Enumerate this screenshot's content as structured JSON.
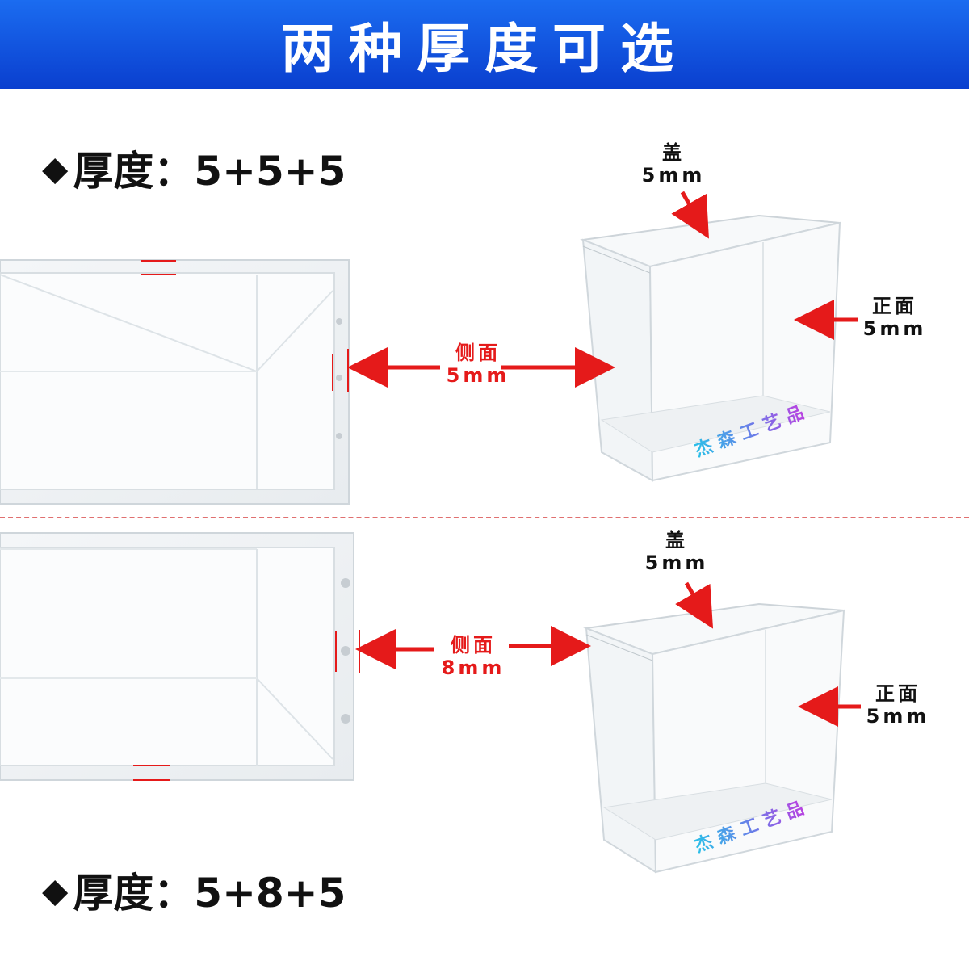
{
  "banner": {
    "title": "两种厚度可选"
  },
  "spec_top": {
    "bullet": "◆",
    "label": "厚度：5+5+5"
  },
  "spec_bottom": {
    "bullet": "◆",
    "label": "厚度：5+8+5"
  },
  "top_section": {
    "side": {
      "name": "侧面",
      "thickness": "5mm"
    },
    "lid": {
      "name": "盖",
      "thickness": "5mm"
    },
    "front": {
      "name": "正面",
      "thickness": "5mm"
    },
    "watermark": "杰森工艺品"
  },
  "bottom_section": {
    "side": {
      "name": "侧面",
      "thickness": "8mm"
    },
    "lid": {
      "name": "盖",
      "thickness": "5mm"
    },
    "front": {
      "name": "正面",
      "thickness": "5mm"
    },
    "watermark": "杰森工艺品"
  },
  "colors": {
    "banner": "#0a3fcf",
    "accent": "#e51a1a",
    "divider": "#e07070"
  }
}
